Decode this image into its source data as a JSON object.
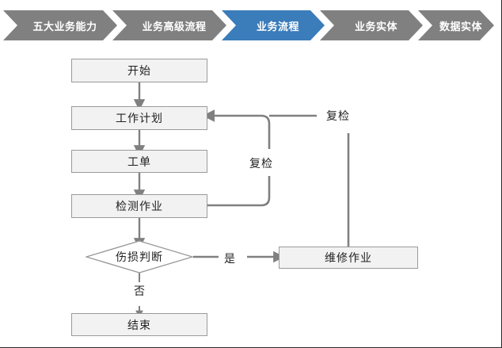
{
  "breadcrumb": {
    "items": [
      {
        "label": "五大业务能力",
        "active": false
      },
      {
        "label": "业务高级流程",
        "active": false
      },
      {
        "label": "业务流程",
        "active": true
      },
      {
        "label": "业务实体",
        "active": false
      },
      {
        "label": "数据实体",
        "active": false
      }
    ],
    "active_color": "#3b7cba",
    "inactive_color": "#808080",
    "label_color": "#ffffff"
  },
  "diagram": {
    "node_fill": "#f2f2f2",
    "node_border": "#9a9a9a",
    "connector_color": "#808080",
    "text_color": "#222222",
    "nodes": [
      {
        "id": "start",
        "label": "开始"
      },
      {
        "id": "work-plan",
        "label": "工作计划"
      },
      {
        "id": "work-order",
        "label": "工单"
      },
      {
        "id": "inspection",
        "label": "检测作业"
      },
      {
        "id": "decision",
        "label": "伤损判断"
      },
      {
        "id": "repair",
        "label": "维修作业"
      },
      {
        "id": "end",
        "label": "结束"
      }
    ],
    "edge_labels": [
      {
        "id": "recheck-inner",
        "label": "复检"
      },
      {
        "id": "recheck-outer",
        "label": "复检"
      },
      {
        "id": "yes",
        "label": "是"
      },
      {
        "id": "no",
        "label": "否"
      }
    ]
  }
}
